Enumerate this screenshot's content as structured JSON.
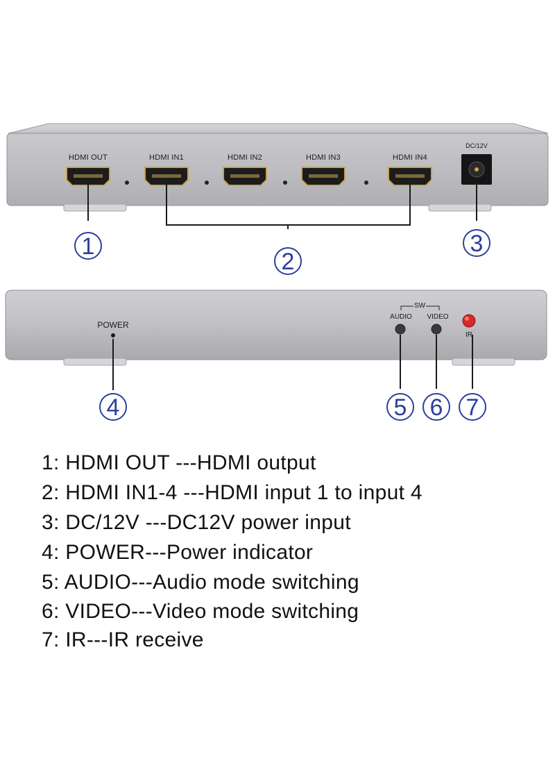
{
  "rear_panel": {
    "ports": [
      {
        "label": "HDMI OUT"
      },
      {
        "label": "HDMI IN1"
      },
      {
        "label": "HDMI IN2"
      },
      {
        "label": "HDMI IN3"
      },
      {
        "label": "HDMI IN4"
      }
    ],
    "dc_label": "DC/12V"
  },
  "front_panel": {
    "power_label": "POWER",
    "sw_label": "SW",
    "audio_label": "AUDIO",
    "video_label": "VIDEO",
    "ir_label": "IR"
  },
  "callouts": [
    "1",
    "2",
    "3",
    "4",
    "5",
    "6",
    "7"
  ],
  "legend": [
    "1: HDMI OUT ---HDMI output",
    "2: HDMI IN1-4 ---HDMI input 1 to input 4",
    "3: DC/12V ---DC12V power input",
    "4: POWER---Power indicator",
    "5: AUDIO---Audio mode switching",
    "6: VIDEO---Video mode switching",
    "7: IR---IR receive"
  ],
  "colors": {
    "callout": "#2b3f9e",
    "panel": "#b9b9bd",
    "ir_led": "#d8282a"
  }
}
